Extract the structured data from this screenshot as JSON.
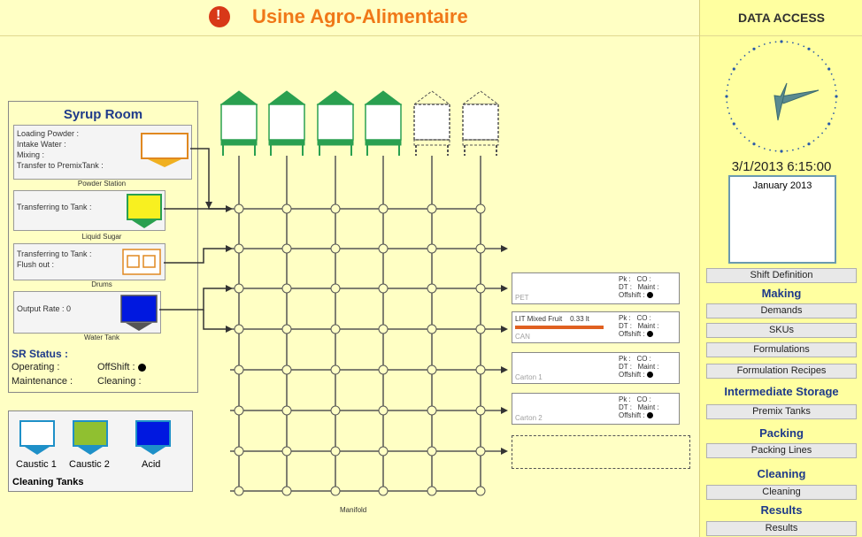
{
  "app": {
    "title": "Usine Agro-Alimentaire",
    "manifold_label": "Manifold"
  },
  "syrup_room": {
    "title": "Syrup Room",
    "powder_station": {
      "lines": [
        "Loading Powder :",
        "Intake Water :",
        "Mixing :",
        "Transfer to PremixTank :"
      ],
      "caption": "Powder Station"
    },
    "liquid_sugar": {
      "line": "Transferring to Tank :",
      "caption": "Liquid Sugar"
    },
    "drums": {
      "lines": [
        "Transferring to Tank :",
        "Flush out :"
      ],
      "caption": "Drums"
    },
    "water_tank": {
      "line": "Output Rate : 0",
      "caption": "Water Tank"
    },
    "status": {
      "title": "SR Status :",
      "operating": "Operating :",
      "offshift": "OffShift :",
      "maintenance": "Maintenance :",
      "cleaning": "Cleaning :"
    }
  },
  "cleaning_tanks": {
    "title": "Cleaning Tanks",
    "tanks": [
      {
        "label": "Caustic 1",
        "color": "#ffffff"
      },
      {
        "label": "Caustic 2",
        "color": "#90c030"
      },
      {
        "label": "Acid",
        "color": "#0018e0"
      }
    ]
  },
  "packing_lines": [
    {
      "name": "PET",
      "product": "",
      "qty": ""
    },
    {
      "name": "CAN",
      "product": "LIT Mixed Fruit",
      "qty": "0.33 lt"
    },
    {
      "name": "Carton 1",
      "product": "",
      "qty": ""
    },
    {
      "name": "Carton 2",
      "product": "",
      "qty": ""
    }
  ],
  "packing_status": {
    "pk": "Pk :",
    "co": "CO :",
    "dt": "DT :",
    "maint": "Maint :",
    "offshift": "Offshift :"
  },
  "right": {
    "title": "DATA ACCESS",
    "datetime": "3/1/2013 6:15:00",
    "calendar_month": "January 2013",
    "shift_definition": "Shift Definition",
    "making_title": "Making",
    "making_items": [
      "Demands",
      "SKUs",
      "Formulations",
      "Formulation Recipes"
    ],
    "storage_title": "Intermediate Storage",
    "storage_items": [
      "Premix Tanks"
    ],
    "packing_title": "Packing",
    "packing_items": [
      "Packing Lines"
    ],
    "cleaning_title": "Cleaning",
    "cleaning_items": [
      "Cleaning"
    ],
    "results_title": "Results",
    "results_items": [
      "Results"
    ]
  },
  "colors": {
    "accent": "#f07818",
    "tank_green": "#2aa050",
    "nav": "#1e3a8a"
  }
}
